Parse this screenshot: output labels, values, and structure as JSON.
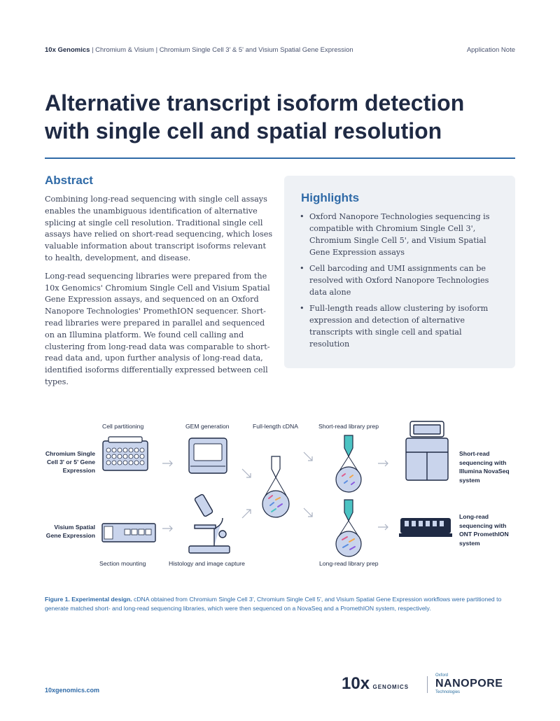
{
  "header": {
    "brand": "10x Genomics",
    "sep": "|",
    "crumb1": "Chromium & Visium",
    "crumb2": "Chromium Single Cell 3' & 5' and Visium Spatial Gene Expression",
    "doc_type": "Application Note"
  },
  "title": {
    "line1": "Alternative transcript isoform detection",
    "line2": "with single cell and spatial resolution"
  },
  "abstract": {
    "heading": "Abstract",
    "p1": "Combining long-read sequencing with single cell assays enables the unambiguous identification of alternative splicing at single cell resolution. Traditional single cell assays have relied on short-read sequencing, which loses valuable information about transcript isoforms relevant to health, development, and disease.",
    "p2": "Long-read sequencing libraries were prepared from the 10x Genomics' Chromium Single Cell and Visium Spatial Gene Expression assays, and sequenced on an Oxford Nanopore Technologies' PromethION sequencer. Short-read libraries were prepared in parallel and sequenced on an Illumina platform. We found cell calling and clustering from long-read data was comparable to short-read data and, upon further analysis of long-read data, identified isoforms differentially expressed between cell types."
  },
  "highlights": {
    "heading": "Highlights",
    "items": [
      "Oxford Nanopore Technologies sequencing is compatible with Chromium Single Cell 3', Chromium Single Cell 5', and Visium Spatial Gene Expression assays",
      "Cell barcoding and UMI assignments can be resolved with Oxford Nanopore Technologies data alone",
      "Full-length reads allow clustering by isoform expression and detection of alternative transcripts with single cell and spatial resolution"
    ]
  },
  "figure": {
    "labels": {
      "cell_partitioning": "Cell partitioning",
      "gem_generation": "GEM generation",
      "full_length_cdna": "Full-length cDNA",
      "short_read_prep": "Short-read library prep",
      "long_read_prep": "Long-read library prep",
      "section_mounting": "Section mounting",
      "histology": "Histology and image capture",
      "chromium_l1": "Chromium Single",
      "chromium_l2": "Cell 3' or 5' Gene",
      "chromium_l3": "Expression",
      "visium_l1": "Visium Spatial",
      "visium_l2": "Gene Expression",
      "novaseq_l1": "Short-read",
      "novaseq_l2": "sequencing with",
      "novaseq_l3": "Illumina NovaSeq",
      "novaseq_l4": "system",
      "promethion_l1": "Long-read",
      "promethion_l2": "sequencing with",
      "promethion_l3": "ONT PromethION",
      "promethion_l4": "system"
    }
  },
  "caption": {
    "bold": "Figure 1. Experimental design.",
    "text": " cDNA obtained from Chromium Single Cell 3', Chromium Single Cell 5', and Visium Spatial Gene Expression workflows were partitioned to generate matched short- and long-read sequencing libraries, which were then sequenced on a NovaSeq and a PromethION system, respectively."
  },
  "footer": {
    "url": "10xgenomics.com",
    "logo_10x_num": "10x",
    "logo_10x_word": "GENOMICS",
    "logo_nano_top": "Oxford",
    "logo_nano_main": "NANOPORE",
    "logo_nano_sub": "Technologies"
  },
  "colors": {
    "navy": "#1f2a44",
    "blue": "#2f6aa7",
    "panel": "#eef1f5",
    "teal": "#4cc3c3",
    "device": "#c9d4ec"
  }
}
